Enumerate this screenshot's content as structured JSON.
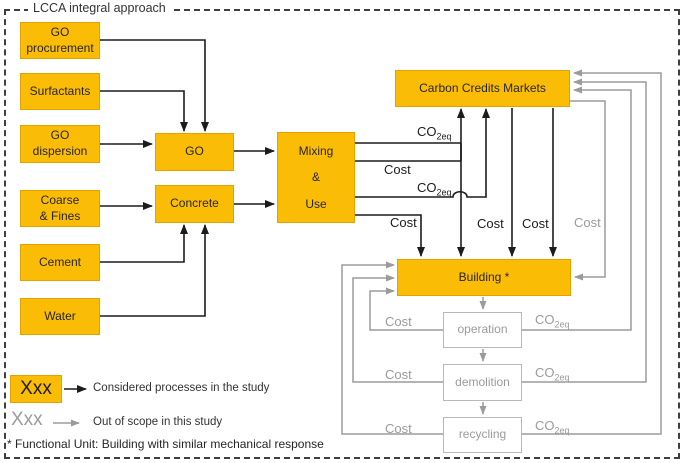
{
  "title": "LCCA integral approach",
  "boxes": {
    "go_procurement": "GO\nprocurement",
    "surfactants": "Surfactants",
    "go_dispersion": "GO\ndispersion",
    "coarse_fines": "Coarse\n& Fines",
    "cement": "Cement",
    "water": "Water",
    "go": "GO",
    "concrete": "Concrete",
    "mixing_use": "Mixing\n&\nUse",
    "carbon_credits_markets": "Carbon Credits Markets",
    "building": "Building *",
    "operation": "operation",
    "demolition": "demolition",
    "recycling": "recycling"
  },
  "labels": {
    "cost": "Cost",
    "co2_main": "CO",
    "co2_sub": "2eq"
  },
  "legend": {
    "considered_symbol": "Xxx",
    "considered_text": "Considered processes in the study",
    "outscope_symbol": "Xxx",
    "outscope_text": "Out of scope in this study"
  },
  "footnote": "* Functional Unit: Building with similar mechanical response",
  "colors": {
    "process_fill": "#FBBC05",
    "process_border": "#E5A100",
    "considered_flow": "#1c1c1c",
    "outscope_flow": "#9b9b9b"
  }
}
